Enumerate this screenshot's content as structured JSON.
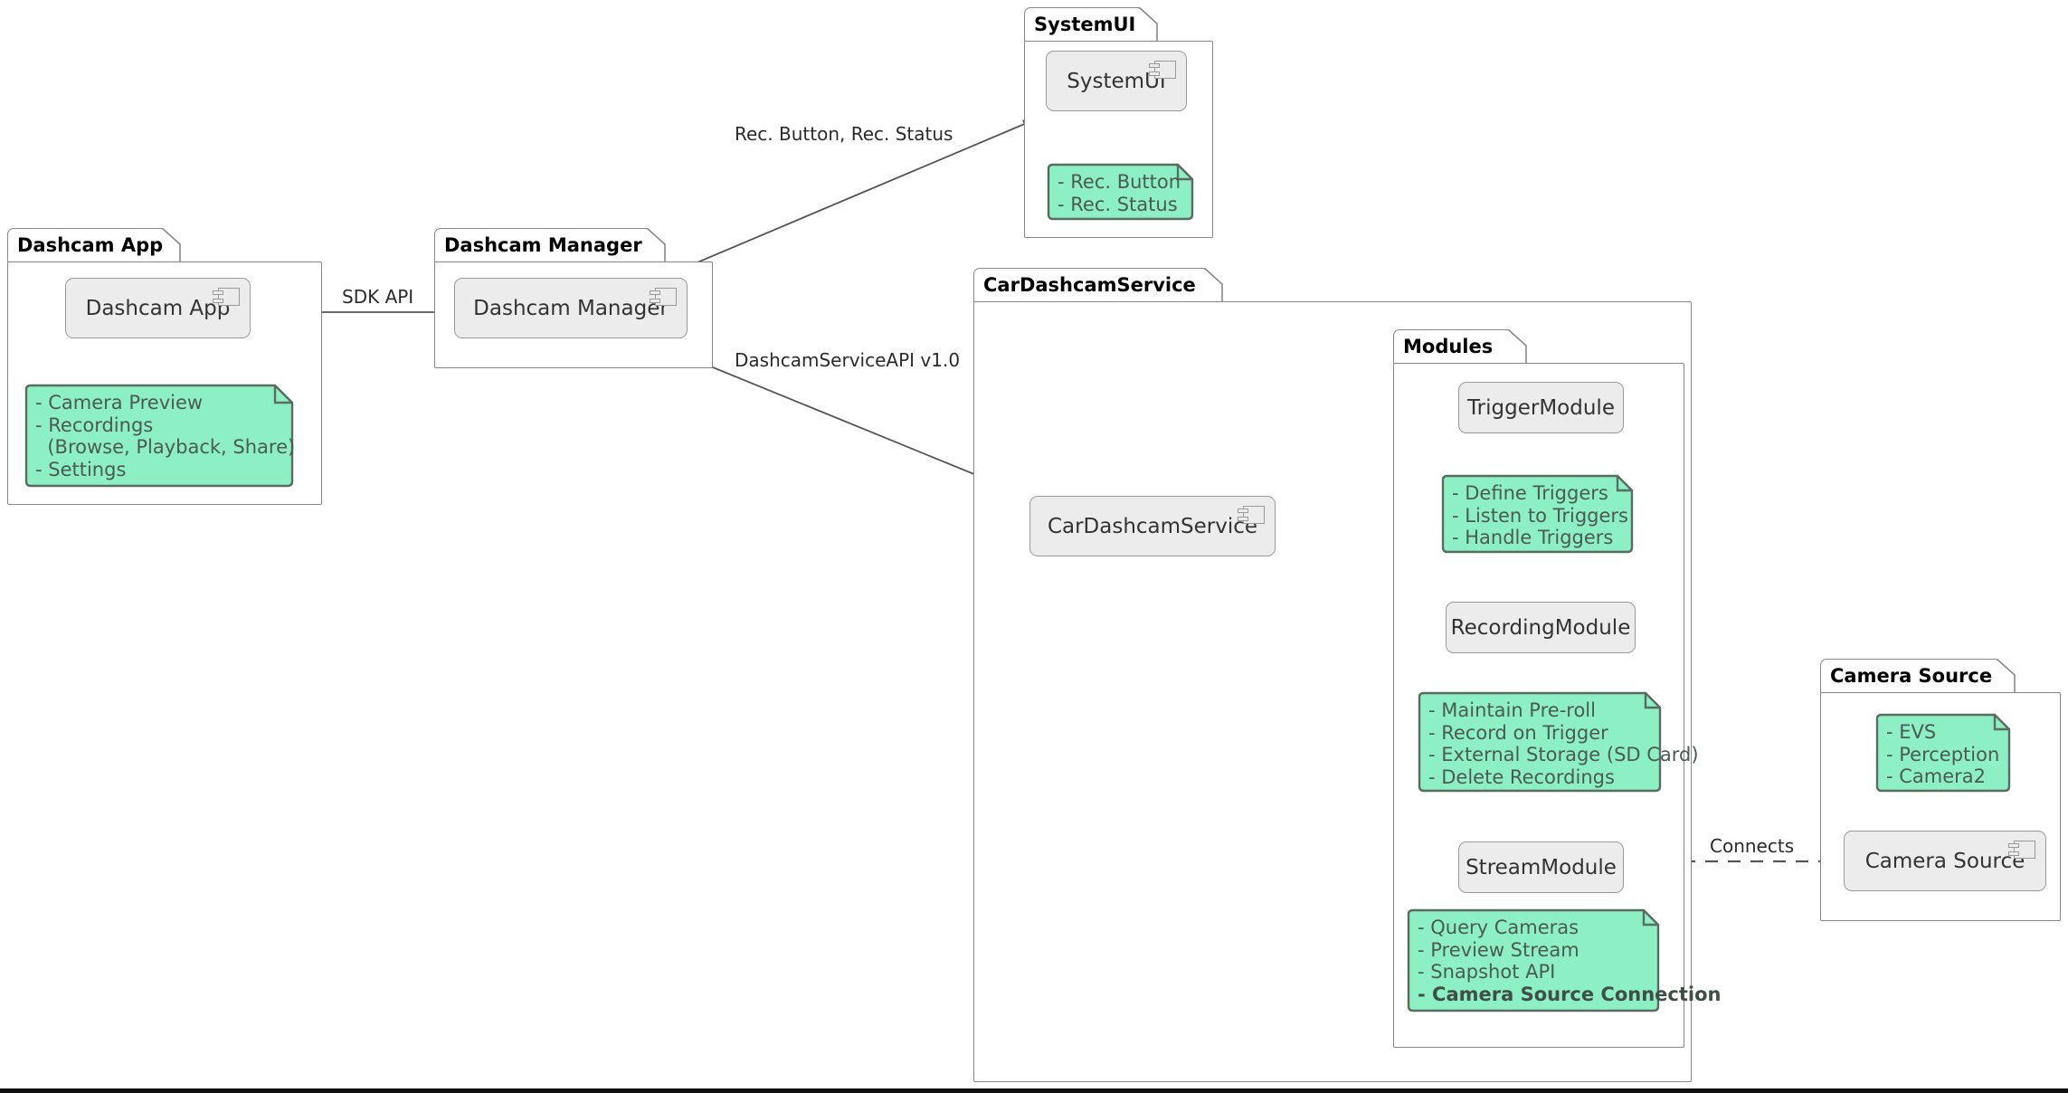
{
  "theme": {
    "note_fill": "#8CF0C4",
    "note_border": "#5a6b60",
    "component_fill": "#ECECEC",
    "component_border": "#9a9a9a",
    "package_border": "#888888",
    "line": "#555555",
    "note_text": "#4b5a52",
    "title_text": "#000000"
  },
  "packages": {
    "dashcam_app": {
      "title": "Dashcam App"
    },
    "dashcam_manager": {
      "title": "Dashcam Manager"
    },
    "system_ui": {
      "title": "SystemUI"
    },
    "car_dashcam_service": {
      "title": "CarDashcamService"
    },
    "modules": {
      "title": "Modules"
    },
    "camera_source": {
      "title": "Camera Source"
    }
  },
  "components": {
    "dashcam_app": {
      "label": "Dashcam App",
      "icon": "uml-component-icon"
    },
    "dashcam_manager": {
      "label": "Dashcam Manager",
      "icon": "uml-component-icon"
    },
    "system_ui": {
      "label": "SystemUI",
      "icon": "uml-component-icon"
    },
    "car_dashcam_service": {
      "label": "CarDashcamService",
      "icon": "uml-component-icon"
    },
    "trigger_module": {
      "label": "TriggerModule",
      "icon": "none"
    },
    "recording_module": {
      "label": "RecordingModule",
      "icon": "none"
    },
    "stream_module": {
      "label": "StreamModule",
      "icon": "none"
    },
    "camera_source": {
      "label": "Camera Source",
      "icon": "uml-component-icon"
    }
  },
  "notes": {
    "dashcam_app": {
      "lines": [
        "- Camera Preview",
        "- Recordings",
        "  (Browse, Playback, Share)",
        "- Settings"
      ]
    },
    "system_ui": {
      "lines": [
        "- Rec. Button",
        "- Rec. Status"
      ]
    },
    "trigger_module": {
      "lines": [
        "- Define Triggers",
        "- Listen to Triggers",
        "- Handle Triggers"
      ]
    },
    "recording_module": {
      "lines": [
        "- Maintain Pre-roll",
        "- Record on Trigger",
        "- External Storage (SD Card)",
        "- Delete Recordings"
      ]
    },
    "stream_module": {
      "lines": [
        "- Query Cameras",
        "- Preview Stream",
        "- Snapshot API",
        "- Camera Source Connection"
      ],
      "bold_last": true
    },
    "camera_source": {
      "lines": [
        "- EVS",
        "- Perception",
        "- Camera2"
      ]
    }
  },
  "edges": {
    "sdk_api": {
      "label": "SDK API",
      "style": "solid-arrow"
    },
    "rec_button": {
      "label": "Rec. Button, Rec. Status",
      "style": "solid-arrow"
    },
    "dashcam_api": {
      "label": "DashcamServiceAPI v1.0",
      "style": "solid-arrow"
    },
    "to_trigger": {
      "label": "",
      "style": "solid-arrow"
    },
    "to_recording": {
      "label": "",
      "style": "solid-arrow"
    },
    "to_stream": {
      "label": "",
      "style": "solid-arrow-curved"
    },
    "connects": {
      "label": "Connects",
      "style": "dashed"
    }
  }
}
